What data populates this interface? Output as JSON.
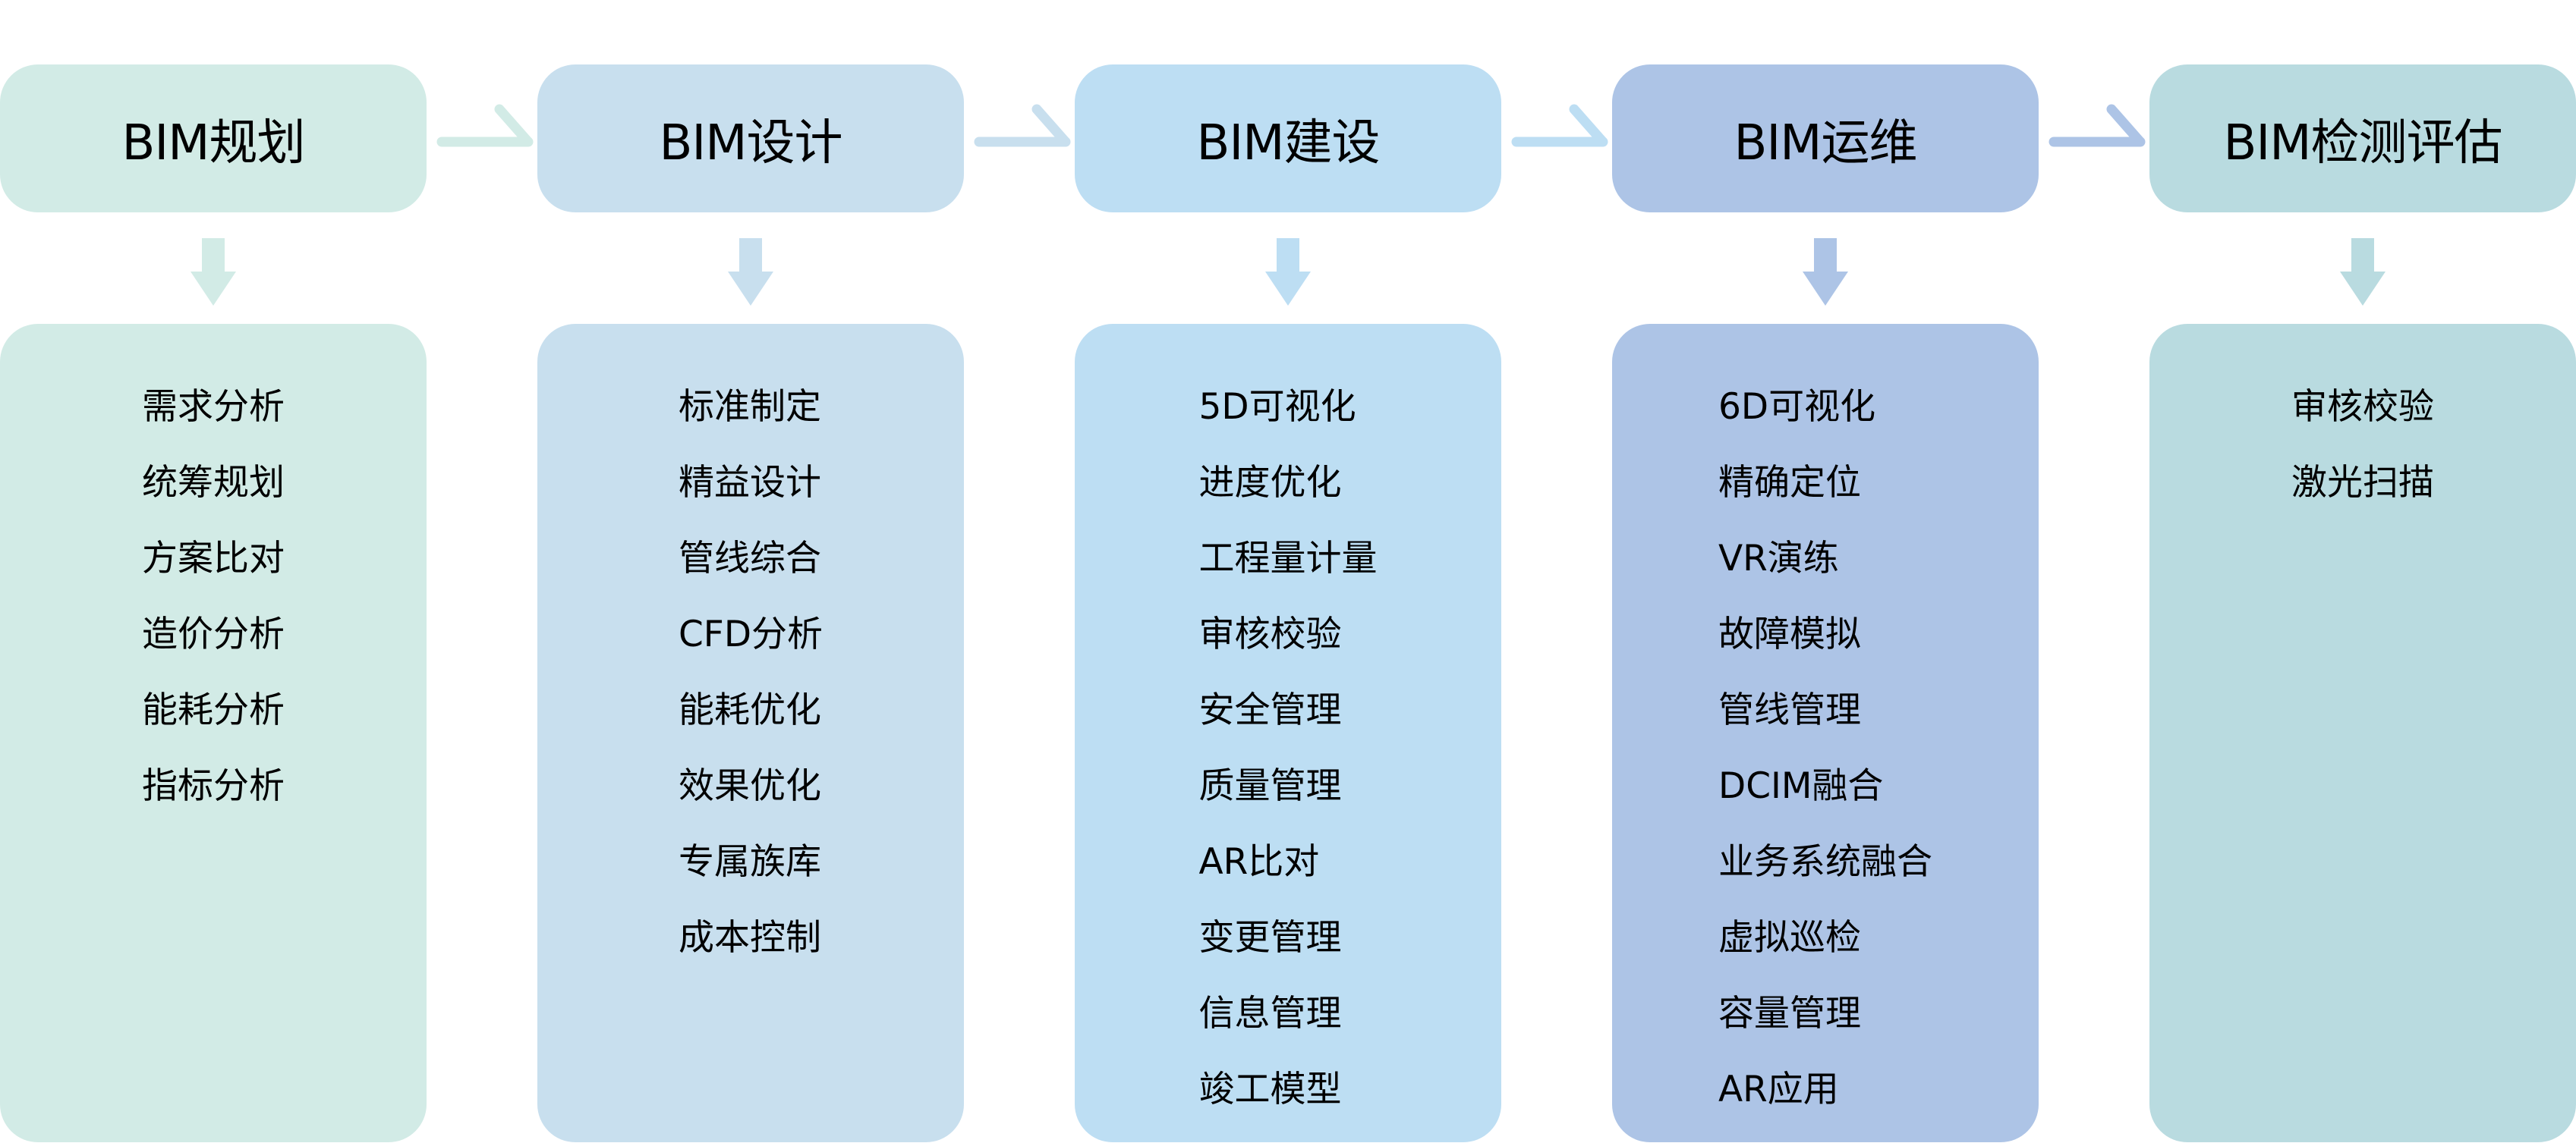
{
  "stages": [
    {
      "title": "BIM规划",
      "color": "#d2ebe6",
      "items": [
        "需求分析",
        "统筹规划",
        "方案比对",
        "造价分析",
        "能耗分析",
        "指标分析"
      ]
    },
    {
      "title": "BIM设计",
      "color": "#c8dfee",
      "items": [
        "标准制定",
        "精益设计",
        "管线综合",
        "CFD分析",
        "能耗优化",
        "效果优化",
        "专属族库",
        "成本控制"
      ]
    },
    {
      "title": "BIM建设",
      "color": "#bddef3",
      "items": [
        "5D可视化",
        "进度优化",
        "工程量计量",
        "审核校验",
        "安全管理",
        "质量管理",
        "AR比对",
        "变更管理",
        "信息管理",
        "竣工模型"
      ]
    },
    {
      "title": "BIM运维",
      "color": "#adc4e6",
      "items": [
        "6D可视化",
        "精确定位",
        "VR演练",
        "故障模拟",
        "管线管理",
        "DCIM融合",
        "业务系统融合",
        "虚拟巡检",
        "容量管理",
        "AR应用"
      ]
    },
    {
      "title": "BIM检测评估",
      "color": "#b9dbe0",
      "items": [
        "审核校验",
        "激光扫描"
      ]
    }
  ],
  "icons": {
    "flow_arrow": "right-arrow-icon",
    "down_arrow": "down-arrow-icon"
  }
}
